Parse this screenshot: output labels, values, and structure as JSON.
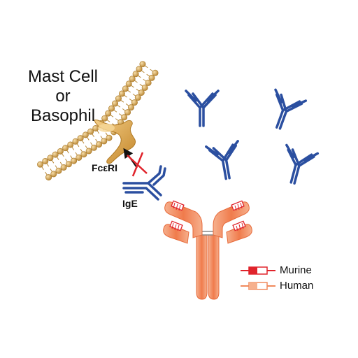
{
  "cell_label": {
    "line1": "Mast Cell",
    "line2": "or",
    "line3": "Basophil"
  },
  "receptor_label": "FcεRI",
  "ige_label": "IgE",
  "legend": [
    {
      "label": "Murine",
      "color": "#e0232b"
    },
    {
      "label": "Human",
      "color": "#f08a5d"
    }
  ],
  "colors": {
    "membrane": "#c99a43",
    "receptor": "#d9a23f",
    "ige": "#2b4fa0",
    "human_antibody": "#f08a5d",
    "murine_region": "#e0232b",
    "blocked_mark": "#e0232b"
  }
}
